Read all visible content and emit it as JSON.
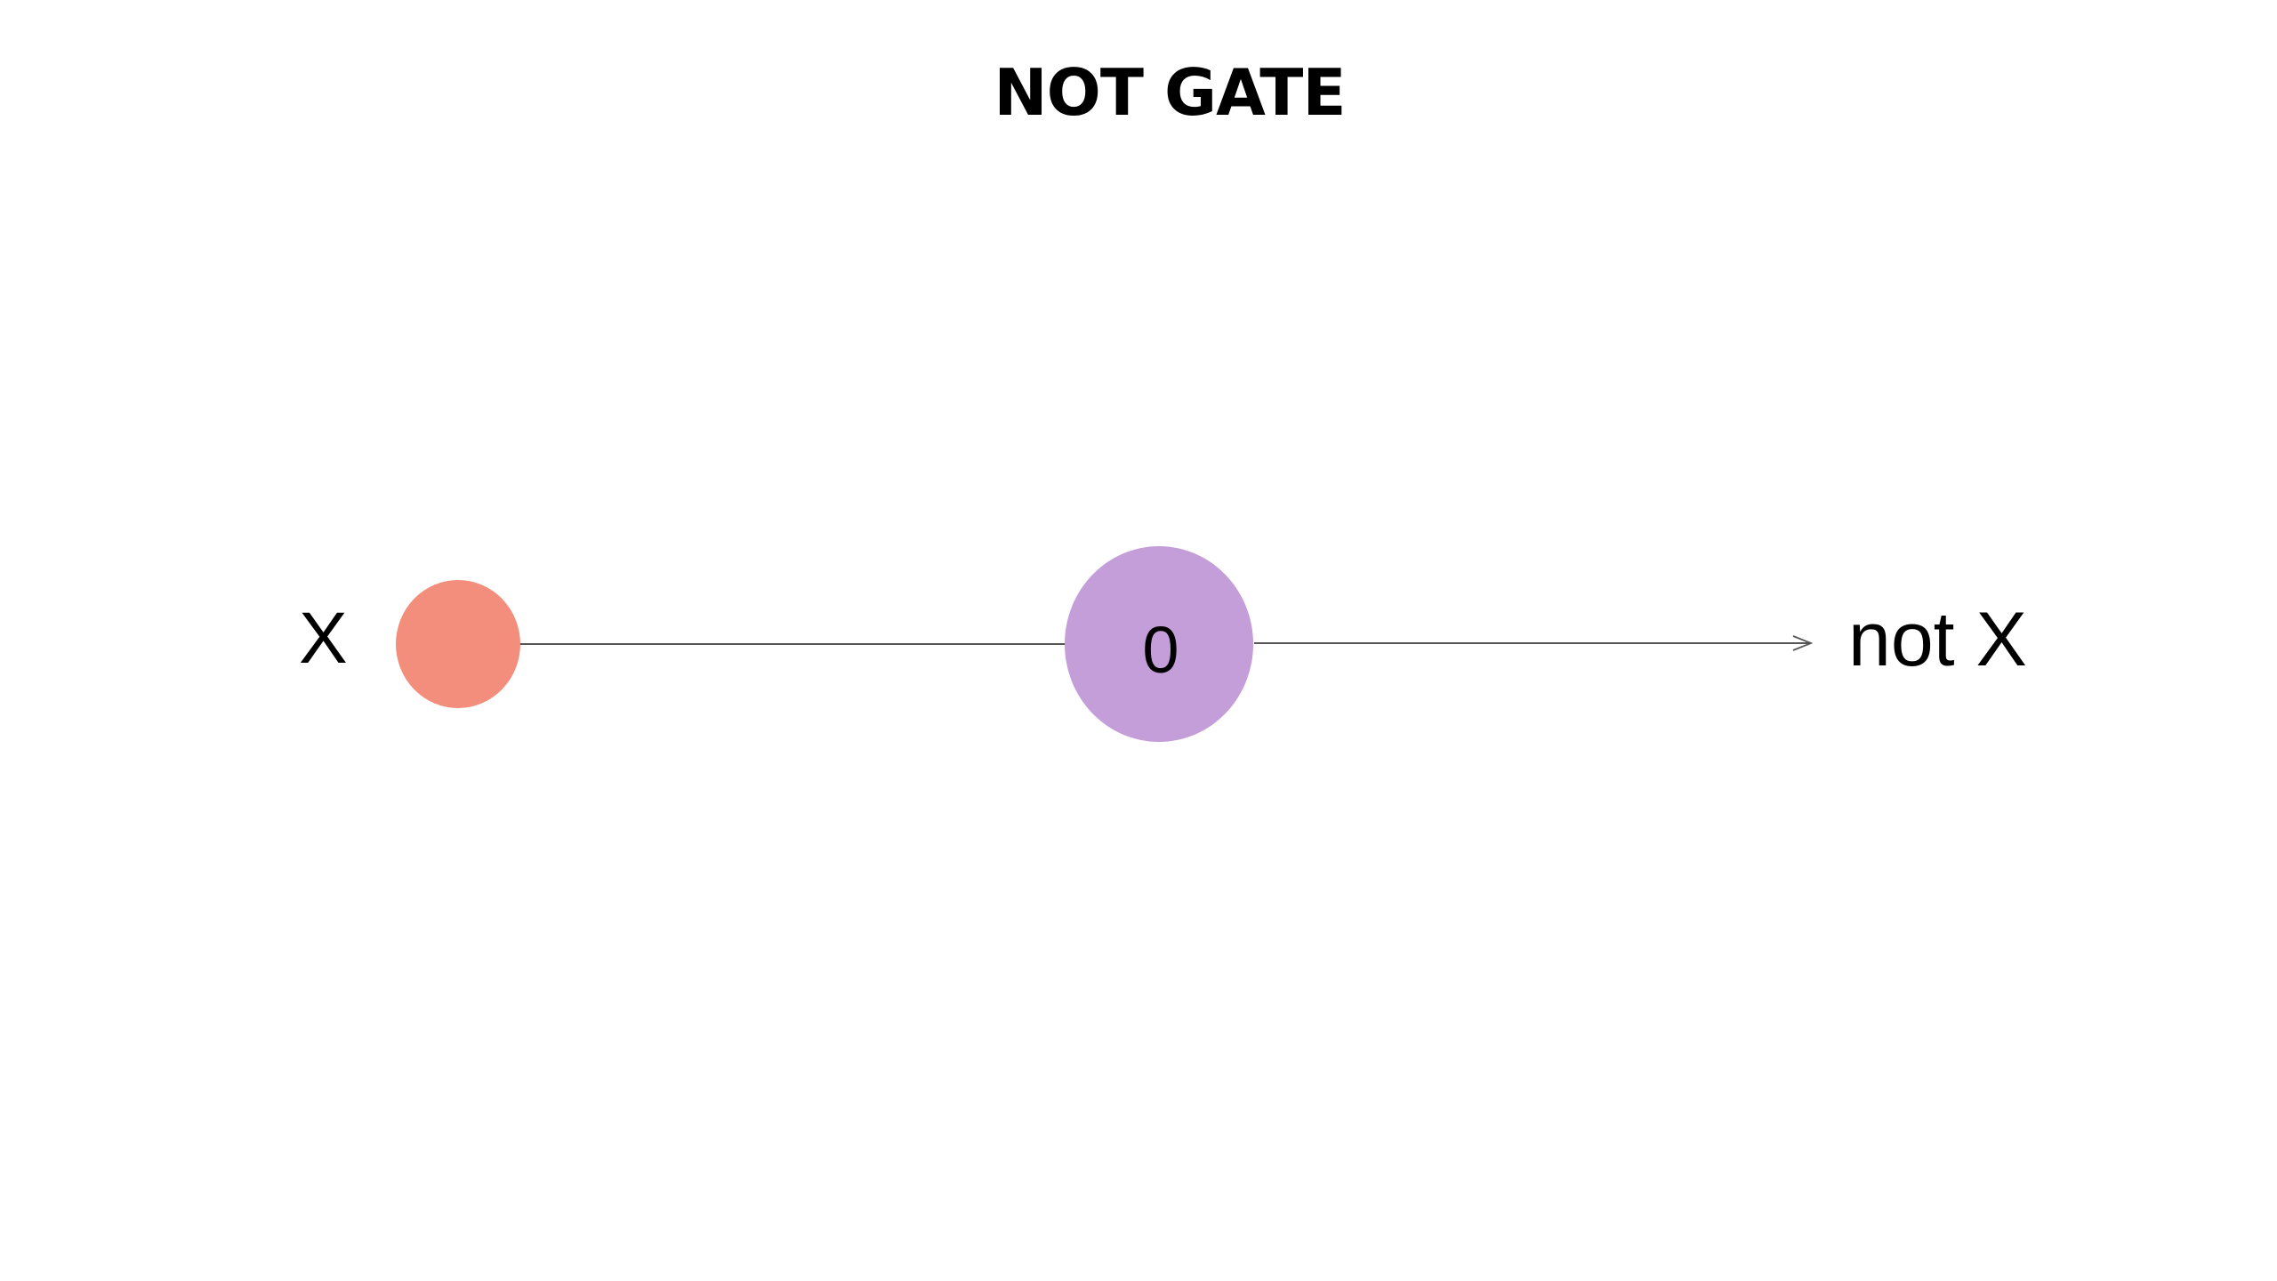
{
  "title": "NOT GATE",
  "input": {
    "label": "X",
    "color": "#f28e7b"
  },
  "gate_node": {
    "value": "0",
    "color": "#c39ed9"
  },
  "output": {
    "label": "not X"
  },
  "edge_color": "#555555"
}
